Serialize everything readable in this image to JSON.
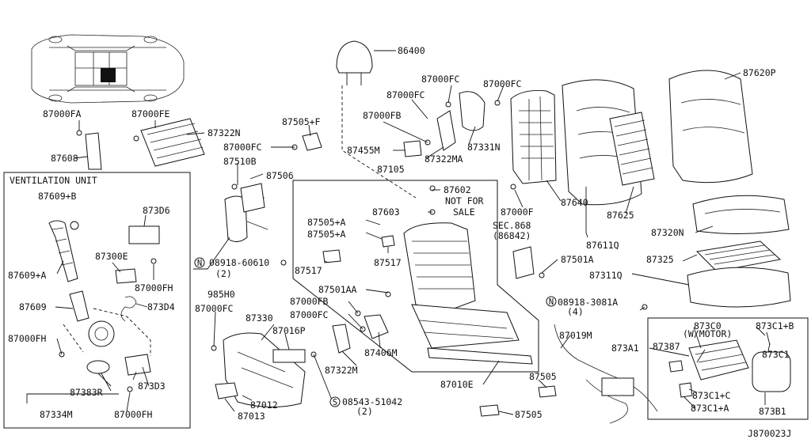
{
  "diagram": {
    "drawing_id": "J870023J",
    "boxes": {
      "ventilation_title": "VENTILATION UNIT",
      "not_for_sale": [
        "NOT FOR",
        "SALE"
      ],
      "motor": "(W/MOTOR)"
    },
    "callouts": [
      {
        "id": "c1",
        "text": "86400"
      },
      {
        "id": "c2",
        "text": "87000FC"
      },
      {
        "id": "c3",
        "text": "87000FC"
      },
      {
        "id": "c4",
        "text": "87620P"
      },
      {
        "id": "c5",
        "text": "87000FC"
      },
      {
        "id": "c6",
        "text": "87000FB"
      },
      {
        "id": "c7",
        "text": "87000FA"
      },
      {
        "id": "c8",
        "text": "87000FE"
      },
      {
        "id": "c9",
        "text": "87505+F"
      },
      {
        "id": "c10",
        "text": "87322N"
      },
      {
        "id": "c11",
        "text": "87331N"
      },
      {
        "id": "c12",
        "text": "87000FC"
      },
      {
        "id": "c13",
        "text": "87455M"
      },
      {
        "id": "c14",
        "text": "87608"
      },
      {
        "id": "c15",
        "text": "87322MA"
      },
      {
        "id": "c16",
        "text": "87510B"
      },
      {
        "id": "c17",
        "text": "87105"
      },
      {
        "id": "c18",
        "text": "87506"
      },
      {
        "id": "c19",
        "text": "87609+B"
      },
      {
        "id": "c20",
        "text": "87602"
      },
      {
        "id": "c21",
        "text": "873D6"
      },
      {
        "id": "c22",
        "text": "87603"
      },
      {
        "id": "c23",
        "text": "87000F"
      },
      {
        "id": "c24",
        "text": "87640"
      },
      {
        "id": "c25",
        "text": "87505+A"
      },
      {
        "id": "c26",
        "text": "87625"
      },
      {
        "id": "c27",
        "text": "87505+A"
      },
      {
        "id": "c28",
        "text": "SEC.868"
      },
      {
        "id": "c29",
        "text": "(86842)"
      },
      {
        "id": "c30",
        "text": "87611Q"
      },
      {
        "id": "c31",
        "text": "87320N"
      },
      {
        "id": "c32",
        "text": "87300E"
      },
      {
        "id": "c33",
        "text": "87517"
      },
      {
        "id": "c34",
        "text": "87517"
      },
      {
        "id": "c35",
        "text": "87609+A"
      },
      {
        "id": "c36",
        "text": "08918-60610"
      },
      {
        "id": "c37",
        "text": "(2)"
      },
      {
        "id": "c38",
        "text": "87501A"
      },
      {
        "id": "c39",
        "text": "87325"
      },
      {
        "id": "c40",
        "text": "87311Q"
      },
      {
        "id": "c41",
        "text": "87000FH"
      },
      {
        "id": "c42",
        "text": "87501AA"
      },
      {
        "id": "c43",
        "text": "985H0"
      },
      {
        "id": "c44",
        "text": "08918-3081A"
      },
      {
        "id": "c45",
        "text": "(4)"
      },
      {
        "id": "c46",
        "text": "87609"
      },
      {
        "id": "c47",
        "text": "873D4"
      },
      {
        "id": "c48",
        "text": "87000FB"
      },
      {
        "id": "c49",
        "text": "87000FC"
      },
      {
        "id": "c50",
        "text": "87000FC"
      },
      {
        "id": "c51",
        "text": "87330"
      },
      {
        "id": "c52",
        "text": "873C0"
      },
      {
        "id": "c53",
        "text": "873C1+B"
      },
      {
        "id": "c54",
        "text": "87016P"
      },
      {
        "id": "c55",
        "text": "87019M"
      },
      {
        "id": "c56",
        "text": "87000FH"
      },
      {
        "id": "c57",
        "text": "87406M"
      },
      {
        "id": "c58",
        "text": "873A1"
      },
      {
        "id": "c59",
        "text": "87387"
      },
      {
        "id": "c60",
        "text": "873C1"
      },
      {
        "id": "c61",
        "text": "87322M"
      },
      {
        "id": "c62",
        "text": "873D3"
      },
      {
        "id": "c63",
        "text": "87383R"
      },
      {
        "id": "c64",
        "text": "87505"
      },
      {
        "id": "c65",
        "text": "87010E"
      },
      {
        "id": "c66",
        "text": "873C1+C"
      },
      {
        "id": "c67",
        "text": "87012"
      },
      {
        "id": "c68",
        "text": "08543-51042"
      },
      {
        "id": "c69",
        "text": "(2)"
      },
      {
        "id": "c70",
        "text": "873C1+A"
      },
      {
        "id": "c71",
        "text": "873B1"
      },
      {
        "id": "c72",
        "text": "87334M"
      },
      {
        "id": "c73",
        "text": "87000FH"
      },
      {
        "id": "c74",
        "text": "87013"
      },
      {
        "id": "c75",
        "text": "87505"
      }
    ],
    "circled_letters": [
      {
        "id": "n1",
        "text": "N"
      },
      {
        "id": "n2",
        "text": "N"
      },
      {
        "id": "s1",
        "text": "S"
      }
    ]
  }
}
